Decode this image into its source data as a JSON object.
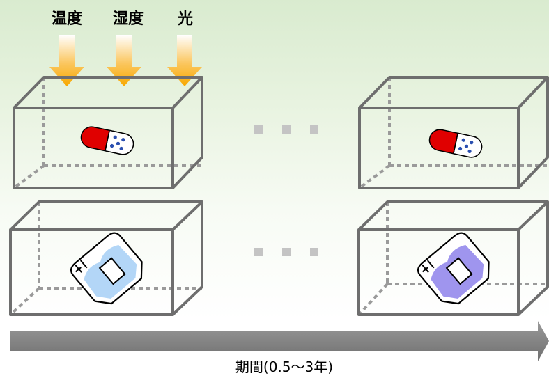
{
  "factors": [
    "温度",
    "湿度",
    "光"
  ],
  "timeline_label": "期間(0.5〜3年)",
  "colors": {
    "arrow_top": "#ffffff",
    "arrow_bottom": "#f7a800",
    "box_edge": "#6e6e6e",
    "box_hidden_edge": "#9a9a9a",
    "capsule_red": "#e00000",
    "capsule_white": "#ffffff",
    "dots": "#2a4fb0",
    "ointment_fresh": "#b3d6f7",
    "ointment_aged": "#9f95ee",
    "timeline_bar": "#808080",
    "ellipsis_squares": "#c4c4c4"
  },
  "icons": [
    "down-arrow-icon",
    "capsule-icon",
    "ointment-tube-icon",
    "ellipsis-icon",
    "timeline-arrow-icon"
  ]
}
